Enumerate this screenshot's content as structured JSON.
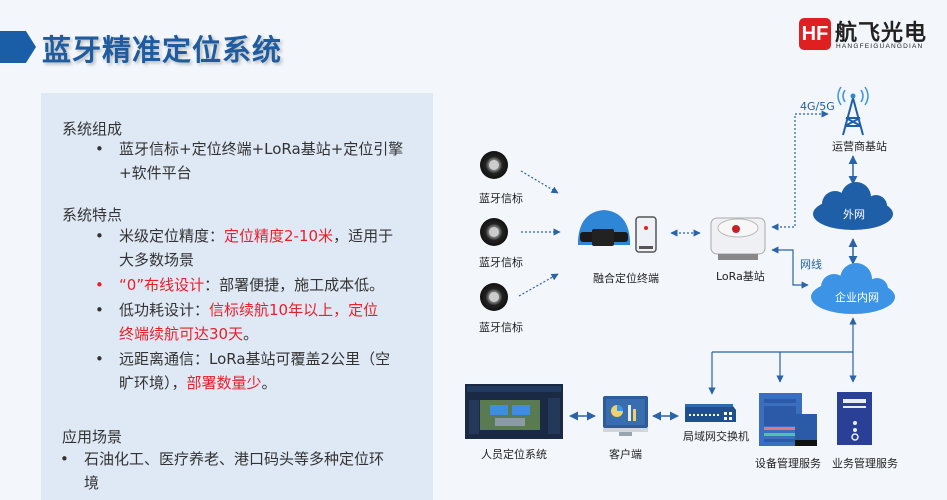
{
  "header": {
    "title": "蓝牙精准定位系统",
    "logo": {
      "mark": "HF",
      "name_cn": "航飞光电",
      "name_en": "HANGFEIGUANGDIAN",
      "brand_color": "#e02020"
    }
  },
  "panel": {
    "sections": [
      {
        "title": "系统组成",
        "bullets": [
          {
            "line1": "蓝牙信标+定位终端+LoRa基站+定位引擎",
            "line2": "+软件平台"
          }
        ]
      },
      {
        "title": "系统特点",
        "bullets": [
          {
            "prefix": "米级定位精度：",
            "highlight": "定位精度2-10米",
            "suffix": "，适用于",
            "line2": "大多数场景"
          },
          {
            "highlight": "“0”布线设计",
            "suffix": "：部署便捷，施工成本低。"
          },
          {
            "prefix": "低功耗设计：",
            "highlight": "信标续航10年以上，定位",
            "line2_highlight": "终端续航可达30天",
            "line2_suffix": "。"
          },
          {
            "prefix": "远距离通信：LoRa基站可覆盖2公里（空",
            "line2_prefix": "旷环境），",
            "line2_highlight": "部署数量少",
            "line2_suffix": "。"
          }
        ]
      },
      {
        "title": "应用场景",
        "bullets": [
          {
            "line1": "石油化工、医疗养老、港口码头等多种定位环",
            "line2": "境"
          }
        ]
      }
    ],
    "bullet_char": "•",
    "highlight_color": "#e8202a"
  },
  "diagram": {
    "nodes": {
      "beacon_1": "蓝牙信标",
      "beacon_2": "蓝牙信标",
      "beacon_3": "蓝牙信标",
      "terminal": "融合定位终端",
      "lora_station": "LoRa基站",
      "carrier_station": "运营商基站",
      "external_net": "外网",
      "enterprise_net": "企业内网",
      "personnel_system": "人员定位系统",
      "client": "客户端",
      "lan_switch": "局域网交换机",
      "device_mgmt": "设备管理服务",
      "business_mgmt": "业务管理服务"
    },
    "link_labels": {
      "cellular": "4G/5G",
      "cable": "网线"
    },
    "colors": {
      "arrow": "#2a63a8",
      "external_cloud": "#1f5fa8",
      "enterprise_cloud": "#3d94e6"
    }
  }
}
